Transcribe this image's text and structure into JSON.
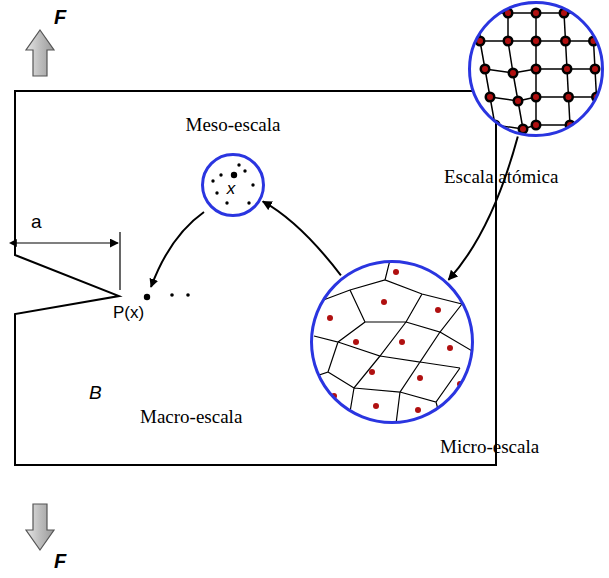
{
  "diagram": {
    "nodes": [
      {
        "text": [
          "B",
          "Macro-escala"
        ]
      },
      {
        "text": [
          "Meso-escala",
          "x"
        ],
        "in": 0
      },
      {
        "text": [
          "Micro-escala"
        ]
      },
      {
        "text": [
          "Escala atómica"
        ]
      }
    ],
    "edges": [
      {
        "from": 3,
        "to": 2,
        "arrow": "to"
      },
      {
        "from": 2,
        "to": 1,
        "arrow": "to"
      }
    ],
    "labels": [
      "F",
      "a",
      "P(x)",
      "F"
    ]
  }
}
